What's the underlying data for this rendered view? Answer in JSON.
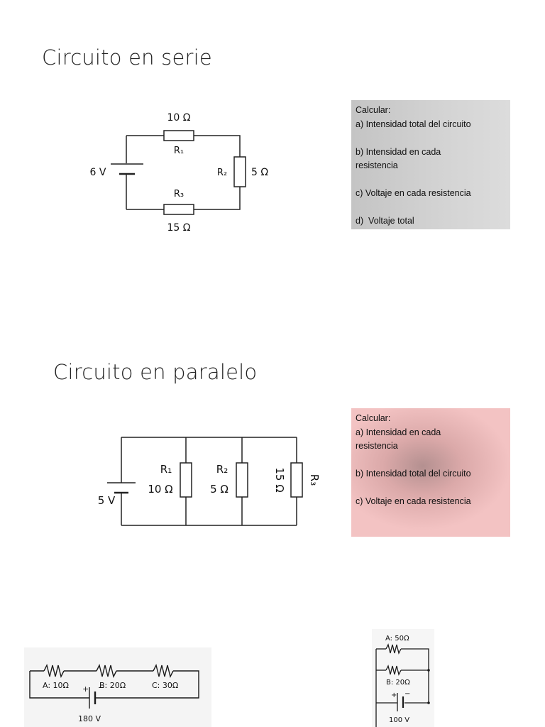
{
  "serie": {
    "title": "Circuito en serie",
    "diagram": {
      "r1_value": "10 Ω",
      "r1_label": "R₁",
      "r2_value": "5 Ω",
      "r2_label": "R₂",
      "r3_value": "15 Ω",
      "r3_label": "R₃",
      "voltage": "6 V"
    },
    "box": {
      "heading": "Calcular:",
      "items": [
        "a) Intensidad total del circuito",
        "b) Intensidad en cada resistencia",
        "c) Voltaje en cada resistencia",
        "d)  Voltaje total"
      ],
      "color": "#d0d0d0"
    }
  },
  "paralelo": {
    "title": "Circuito en paralelo",
    "diagram": {
      "r1_label": "R₁",
      "r1_value": "10 Ω",
      "r2_label": "R₂",
      "r2_value": "5 Ω",
      "r3_label": "R₃",
      "r3_value": "15 Ω",
      "voltage": "5 V"
    },
    "box": {
      "heading": "Calcular:",
      "items": [
        "a) Intensidad en cada resistencia",
        "b) Intensidad total del circuito",
        "c) Voltaje en cada resistencia"
      ],
      "color": "#f3c3c3"
    }
  },
  "extra_serie": {
    "a_label": "A: 10Ω",
    "b_label": "B: 20Ω",
    "c_label": "C: 30Ω",
    "plus": "+",
    "minus": "−",
    "voltage": "180 V"
  },
  "extra_paralelo": {
    "a_label": "A: 50Ω",
    "b_label": "B: 20Ω",
    "plus": "+",
    "minus": "−",
    "voltage": "100 V"
  }
}
